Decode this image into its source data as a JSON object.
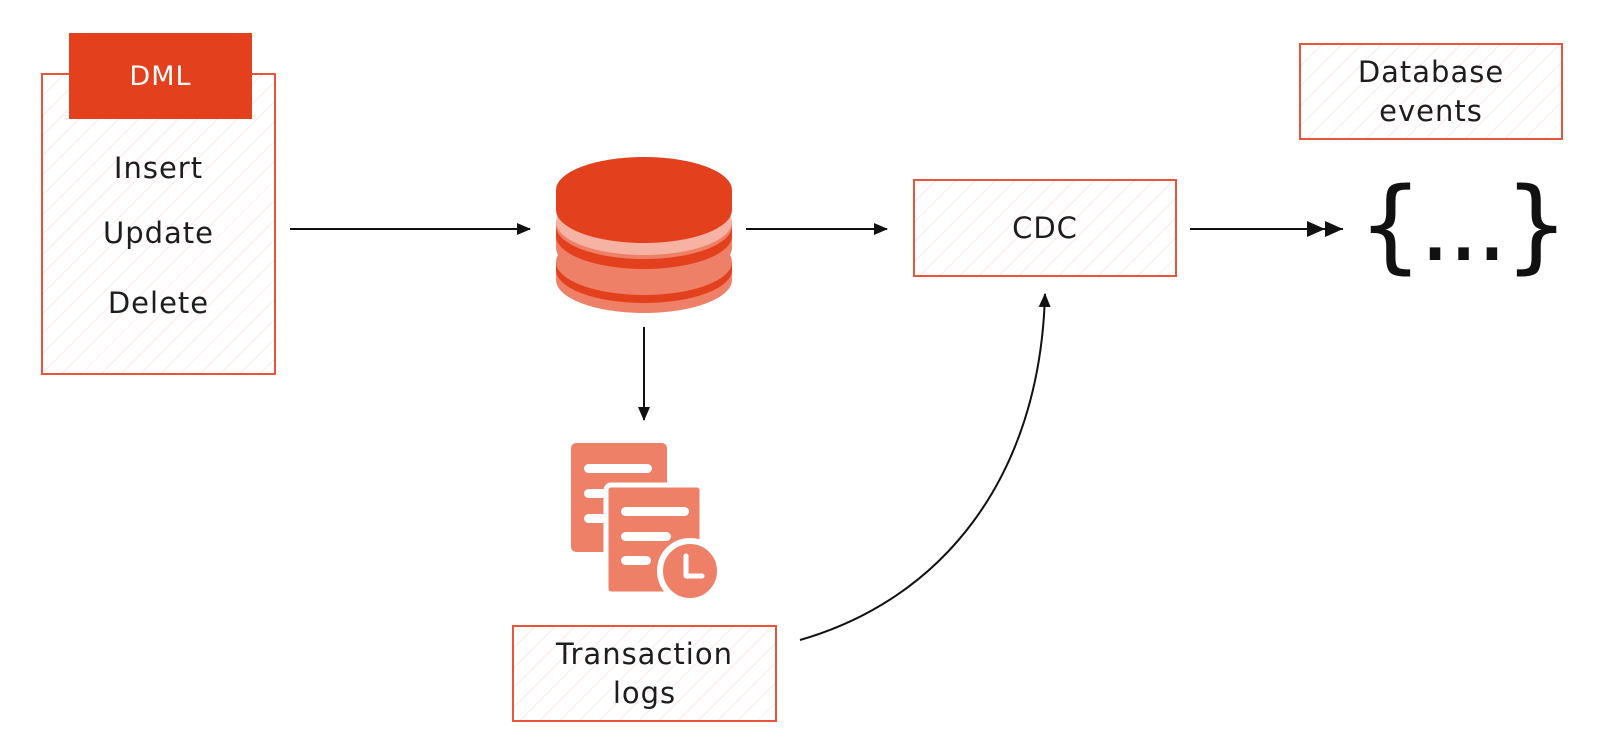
{
  "dml": {
    "title": "DML",
    "operations": [
      "Insert",
      "Update",
      "Delete"
    ]
  },
  "cdc": {
    "label": "CDC"
  },
  "transaction_logs": {
    "line1": "Transaction",
    "line2": "logs"
  },
  "database_events": {
    "line1": "Database",
    "line2": "events",
    "symbol": "{...}"
  },
  "colors": {
    "accent": "#e3401d",
    "border": "#e8553a",
    "db_light": "#ef8068",
    "db_stripe": "#f6b3a3",
    "doc": "#ef8068",
    "arrow": "#111111"
  },
  "icons": [
    "database-icon",
    "transaction-log-icon",
    "clock-icon",
    "json-braces-icon"
  ]
}
